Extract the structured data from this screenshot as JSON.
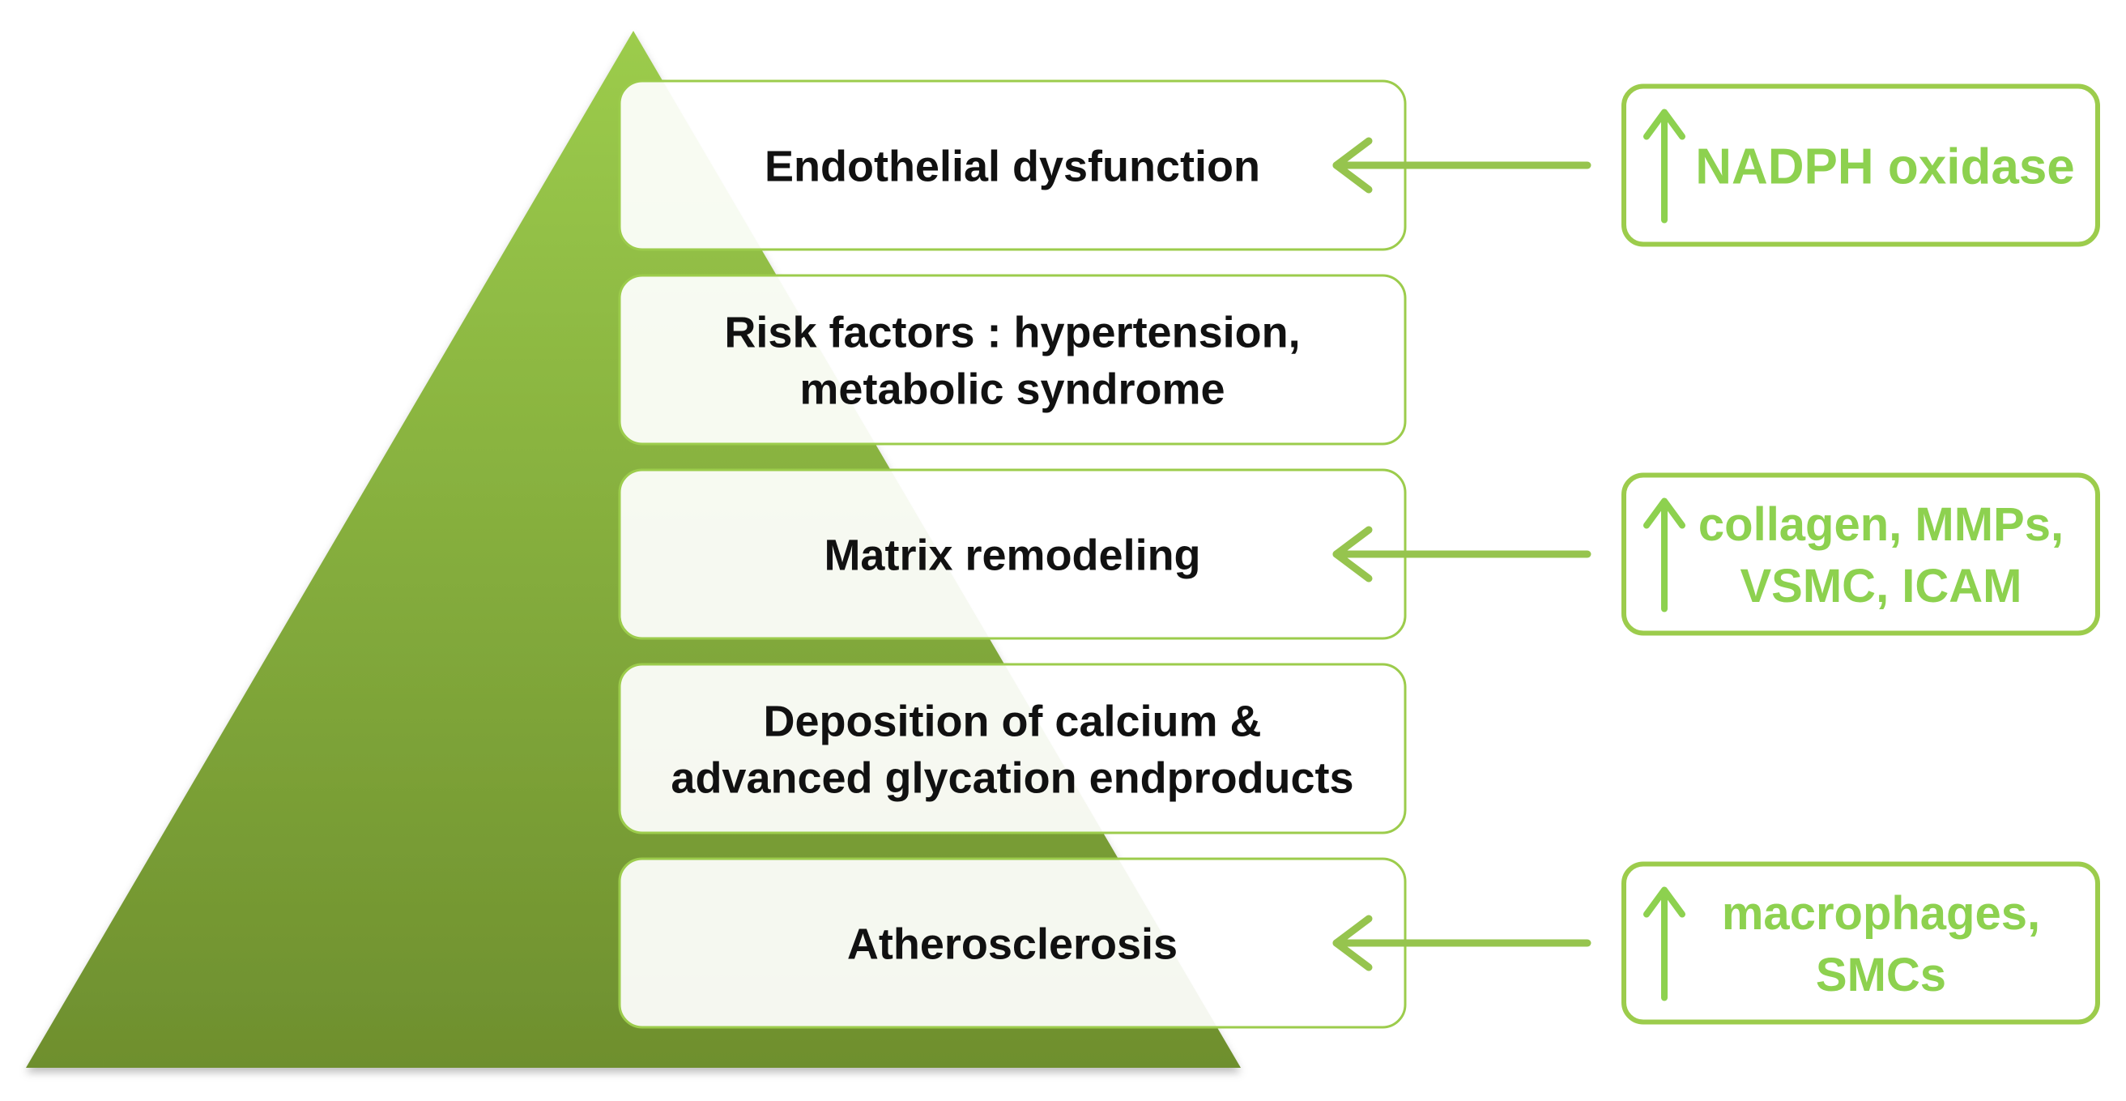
{
  "colors": {
    "pyramid_top": "#9ccc4c",
    "pyramid_bottom": "#6e8f2e",
    "box_border": "#9ccc4c",
    "arrow": "#96c44e",
    "effect_text": "#8dd14f"
  },
  "steps": [
    {
      "lines": [
        "Endothelial dysfunction"
      ]
    },
    {
      "lines": [
        "Risk factors : hypertension,",
        "metabolic syndrome"
      ]
    },
    {
      "lines": [
        "Matrix remodeling"
      ]
    },
    {
      "lines": [
        "Deposition of calcium &",
        "advanced glycation endproducts"
      ]
    },
    {
      "lines": [
        "Atherosclerosis"
      ]
    }
  ],
  "effects": [
    {
      "target_step": 0,
      "icon": "up-arrow-icon",
      "lines": [
        "NADPH oxidase"
      ]
    },
    {
      "target_step": 2,
      "icon": "up-arrow-icon",
      "lines": [
        "collagen, MMPs,",
        "VSMC, ICAM"
      ]
    },
    {
      "target_step": 4,
      "icon": "up-arrow-icon",
      "lines": [
        "macrophages,",
        "SMCs"
      ]
    }
  ]
}
